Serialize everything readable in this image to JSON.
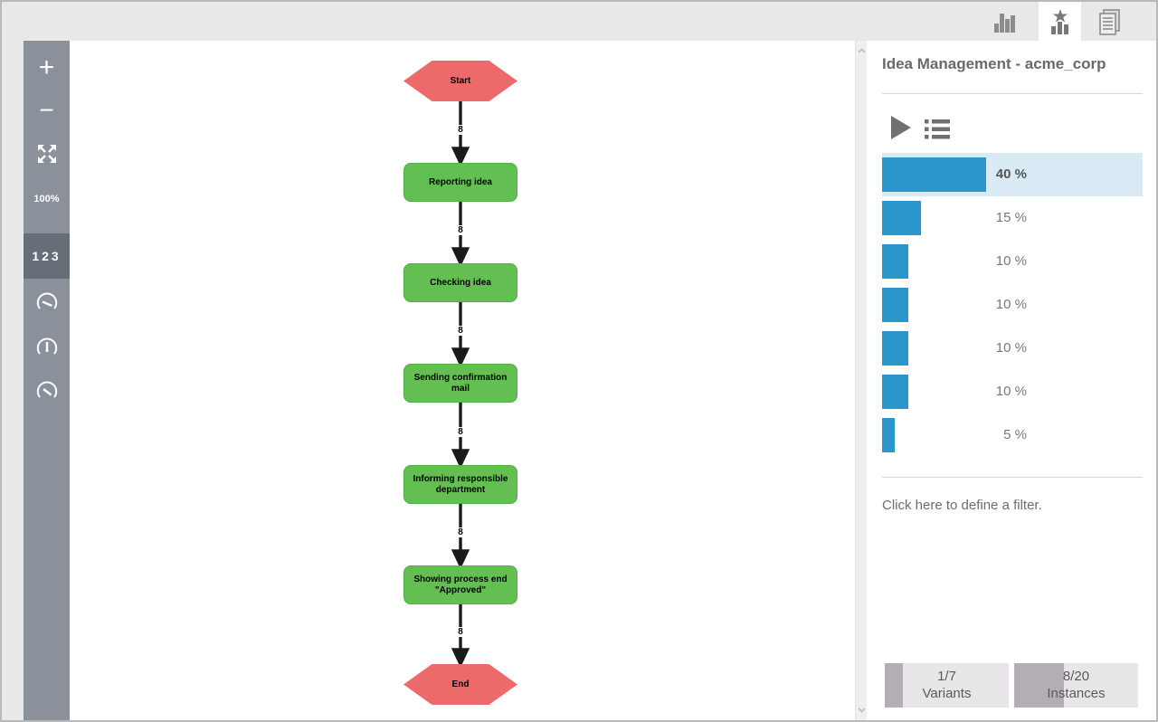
{
  "topbar": {
    "tabs": [
      {
        "name": "chart-view",
        "icon": "bar-chart-icon",
        "active": false
      },
      {
        "name": "variant-explorer",
        "icon": "star-chart-icon",
        "active": true
      },
      {
        "name": "report-view",
        "icon": "documents-icon",
        "active": false
      }
    ]
  },
  "sidebar": {
    "zoom_in": "+",
    "zoom_out": "−",
    "zoom_level": "100%",
    "counts_toggle": "123"
  },
  "flowchart": {
    "nodes": [
      {
        "label": "Start",
        "type": "start"
      },
      {
        "label": "Reporting idea",
        "type": "activity"
      },
      {
        "label": "Checking idea",
        "type": "activity"
      },
      {
        "label": "Sending confirmation mail",
        "type": "activity"
      },
      {
        "label": "Informing responsible department",
        "type": "activity"
      },
      {
        "label": "Showing process end \"Approved\"",
        "type": "activity"
      },
      {
        "label": "End",
        "type": "end"
      }
    ],
    "edges": [
      {
        "count": "8"
      },
      {
        "count": "8"
      },
      {
        "count": "8"
      },
      {
        "count": "8"
      },
      {
        "count": "8"
      },
      {
        "count": "8"
      }
    ]
  },
  "panel": {
    "title": "Idea Management - acme_corp",
    "variants": [
      {
        "value": 40,
        "label": "40 %",
        "selected": true
      },
      {
        "value": 15,
        "label": "15 %",
        "selected": false
      },
      {
        "value": 10,
        "label": "10 %",
        "selected": false
      },
      {
        "value": 10,
        "label": "10 %",
        "selected": false
      },
      {
        "value": 10,
        "label": "10 %",
        "selected": false
      },
      {
        "value": 10,
        "label": "10 %",
        "selected": false
      },
      {
        "value": 5,
        "label": "5 %",
        "selected": false
      }
    ],
    "filter_text": "Click here to define a filter.",
    "stats": [
      {
        "value": "1/7",
        "label": "Variants",
        "fill_pct": 14.3
      },
      {
        "value": "8/20",
        "label": "Instances",
        "fill_pct": 40
      }
    ]
  },
  "chart_data": {
    "type": "bar",
    "orientation": "horizontal",
    "values": [
      40,
      15,
      10,
      10,
      10,
      10,
      5
    ],
    "unit": "%",
    "tick_labels": [
      "40 %",
      "15 %",
      "10 %",
      "10 %",
      "10 %",
      "10 %",
      "5 %"
    ],
    "selected_index": 0,
    "xlim": [
      0,
      100
    ],
    "grid": false,
    "legend": false
  },
  "colors": {
    "accent_blue": "#2b96cb",
    "selected_row_blue": "#d9eaf5",
    "node_green": "#63bf51",
    "node_red": "#ec6b6a",
    "sidebar_gray": "#8a919a",
    "sidebar_selected": "#666e78",
    "stat_fill": "#b3aeb6"
  }
}
